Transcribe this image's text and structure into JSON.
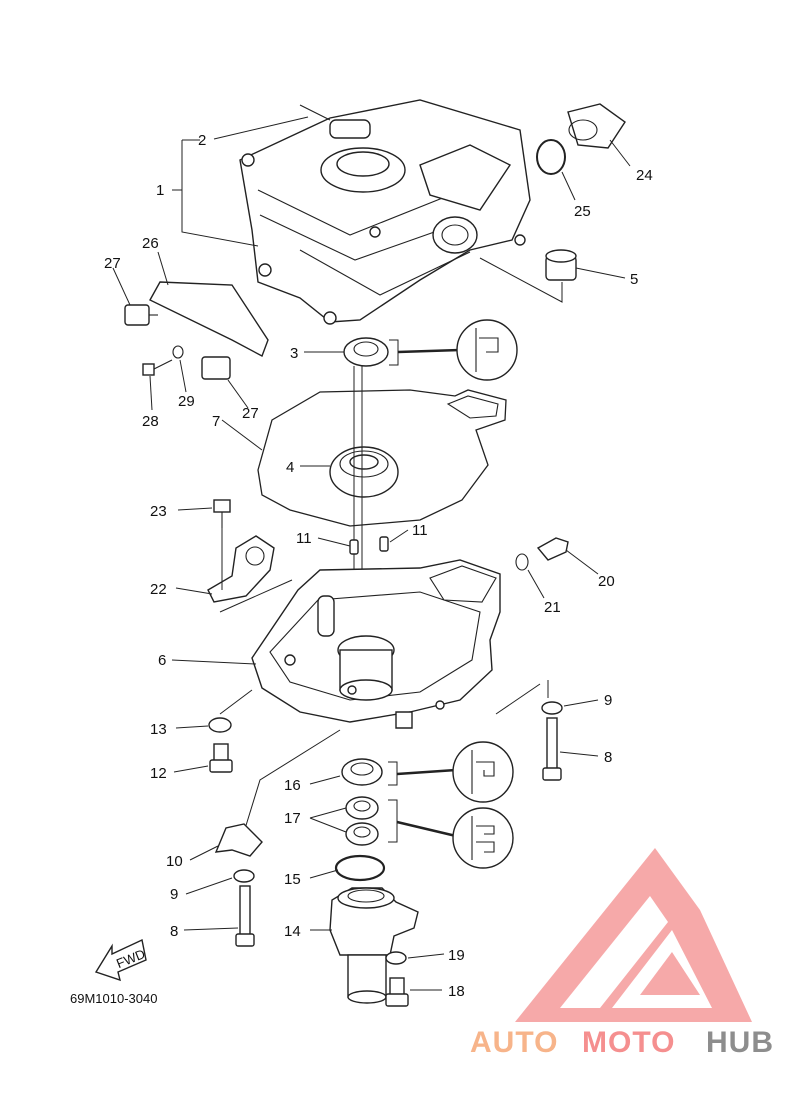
{
  "diagram": {
    "drawing_code": "69M1010-3040",
    "fwd_label": "FWD",
    "labels": [
      "1",
      "2",
      "3",
      "4",
      "5",
      "6",
      "7",
      "8",
      "8",
      "9",
      "9",
      "10",
      "11",
      "11",
      "12",
      "13",
      "14",
      "15",
      "16",
      "17",
      "18",
      "19",
      "20",
      "21",
      "22",
      "23",
      "24",
      "25",
      "26",
      "27",
      "27",
      "28",
      "29"
    ]
  },
  "watermark": {
    "auto": "AUTO",
    "moto": "MOTO",
    "hub": "HUB",
    "colors": {
      "auto": "#f7b48a",
      "moto": "#f58f8f",
      "hub": "#8d8d8d",
      "logo": "#f59a9a"
    }
  }
}
